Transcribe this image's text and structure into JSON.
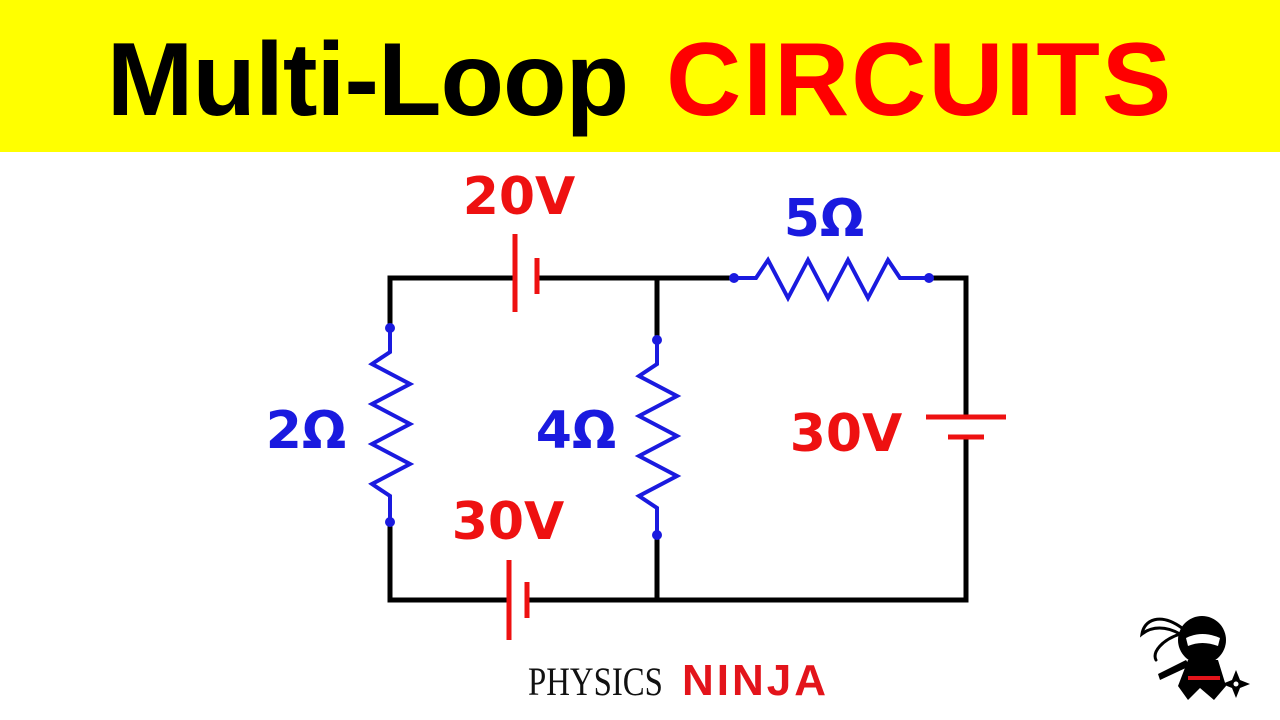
{
  "title": {
    "part1": "Multi-Loop",
    "part2": "CIRCUITS"
  },
  "colors": {
    "banner": "#ffff00",
    "title_black": "#000000",
    "title_red": "#ff0000",
    "wire": "#000000",
    "resistor": "#1a1adf",
    "battery": "#ee1111"
  },
  "circuit": {
    "battery_top": "20V",
    "battery_bottom": "30V",
    "battery_right": "30V",
    "resistor_left": "2Ω",
    "resistor_middle": "4Ω",
    "resistor_top_right": "5Ω"
  },
  "branding": {
    "part1": "PHYSICS",
    "part2": "NINJA",
    "mascot_icon": "ninja-icon"
  }
}
